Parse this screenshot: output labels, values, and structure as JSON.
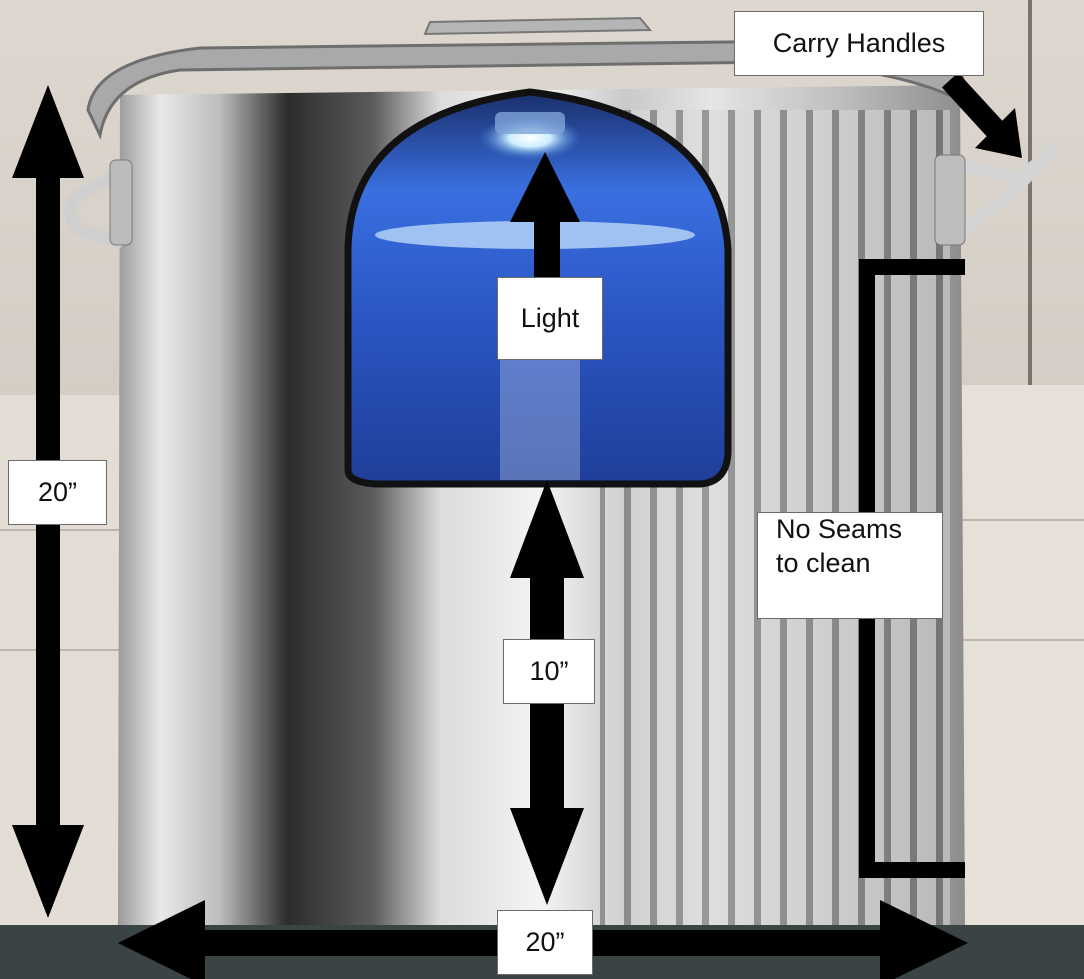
{
  "labels": {
    "carry_handles": "Carry Handles",
    "light": "Light",
    "height": "20”",
    "no_seams_line1": "No Seams",
    "no_seams_line2": "to clean",
    "window_depth": "10”",
    "width": "20”"
  },
  "colors": {
    "steel_light": "#e8e8e8",
    "steel_dark": "#2a2a2a",
    "window_blue": "#2f5fd0",
    "light_glow": "#dff4ff",
    "arrow": "#000000",
    "carpet": "#2f3a3a",
    "wall": "#d9d2c9"
  }
}
